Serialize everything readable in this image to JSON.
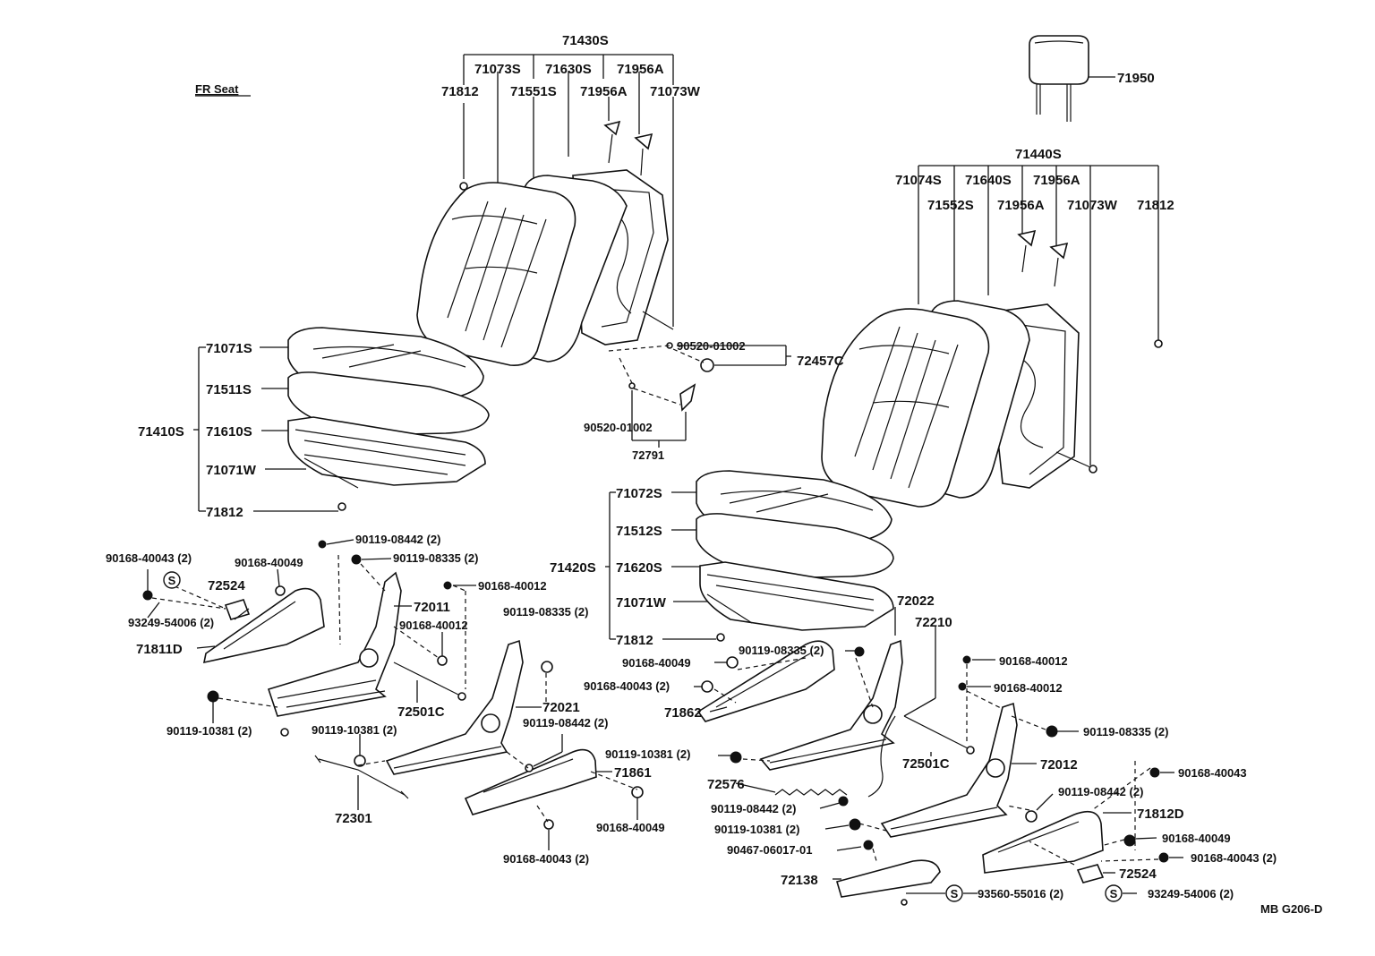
{
  "title": "FR Seat",
  "diagram_code": "MB G206-D",
  "s_symbol": "S",
  "labels": {
    "p71430S": "71430S",
    "p71073S": "71073S",
    "p71630S": "71630S",
    "p71956A_top": "71956A",
    "p71812_a": "71812",
    "p71551S": "71551S",
    "p71956A_b": "71956A",
    "p71073W_a": "71073W",
    "p71950": "71950",
    "p71440S": "71440S",
    "p71074S": "71074S",
    "p71640S": "71640S",
    "p71956A_c": "71956A",
    "p71552S": "71552S",
    "p71956A_d": "71956A",
    "p71073W_b": "71073W",
    "p71812_b": "71812",
    "p71071S": "71071S",
    "p71511S": "71511S",
    "p71410S": "71410S",
    "p71610S": "71610S",
    "p71071W_a": "71071W",
    "p71812_c": "71812",
    "p90520_a": "90520-01002",
    "p72457C": "72457C",
    "p90520_b": "90520-01002",
    "p72791": "72791",
    "p71072S": "71072S",
    "p71512S": "71512S",
    "p71420S": "71420S",
    "p71620S": "71620S",
    "p71071W_b": "71071W",
    "p71812_d": "71812",
    "p90168_40043_a": "90168-40043 (2)",
    "p90168_40049_a": "90168-40049",
    "p90119_08442_a": "90119-08442 (2)",
    "p90119_08335_a": "90119-08335 (2)",
    "p72524_a": "72524",
    "p72011": "72011",
    "p90168_40012_a": "90168-40012",
    "p93249_a": "93249-54006 (2)",
    "p90168_40012_b": "90168-40012",
    "p90119_08335_b": "90119-08335 (2)",
    "p71811D": "71811D",
    "p72501C_a": "72501C",
    "p90119_10381_a": "90119-10381 (2)",
    "p90119_10381_b": "90119-10381 (2)",
    "p72021": "72021",
    "p90119_08442_b": "90119-08442 (2)",
    "p71861": "71861",
    "p72301": "72301",
    "p90168_40049_b": "90168-40049",
    "p90168_40043_b": "90168-40043 (2)",
    "p72022": "72022",
    "p72210": "72210",
    "p90119_08335_c": "90119-08335 (2)",
    "p90168_40049_c": "90168-40049",
    "p90168_40012_c": "90168-40012",
    "p90168_40043_c": "90168-40043 (2)",
    "p90168_40012_d": "90168-40012",
    "p71862": "71862",
    "p90119_08335_d": "90119-08335 (2)",
    "p90119_10381_c": "90119-10381 (2)",
    "p72501C_b": "72501C",
    "p72012": "72012",
    "p72576": "72576",
    "p90168_40043_d": "90168-40043",
    "p90119_08442_c": "90119-08442 (2)",
    "p90119_08442_d": "90119-08442 (2)",
    "p71812D": "71812D",
    "p90119_10381_d": "90119-10381 (2)",
    "p90168_40049_d": "90168-40049",
    "p90467": "90467-06017-01",
    "p90168_40043_e": "90168-40043 (2)",
    "p72524_b": "72524",
    "p72138": "72138",
    "p93560": "93560-55016 (2)",
    "p93249_b": "93249-54006 (2)"
  }
}
